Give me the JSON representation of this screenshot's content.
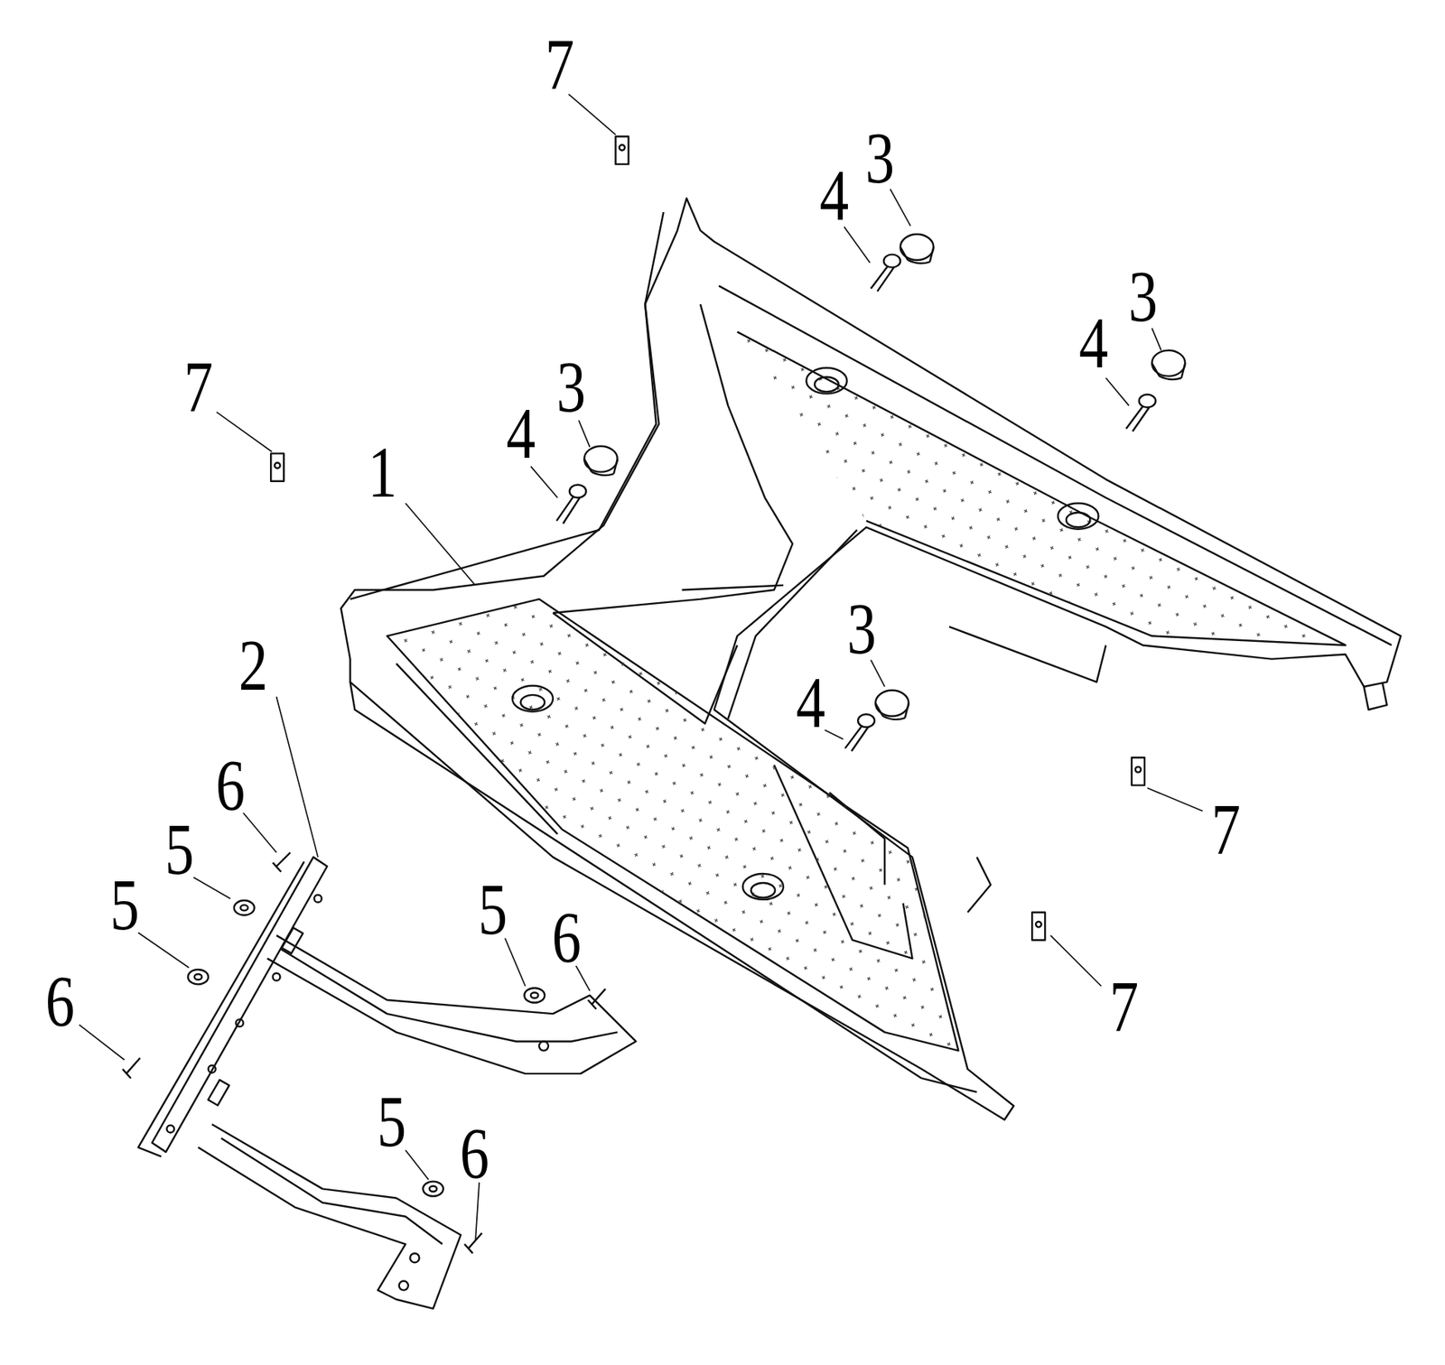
{
  "diagram": {
    "labels": [
      "7",
      "3",
      "4",
      "3",
      "4",
      "3",
      "7",
      "4",
      "1",
      "3",
      "2",
      "4",
      "6",
      "7",
      "5",
      "5",
      "5",
      "6",
      "6",
      "7",
      "5",
      "6"
    ]
  }
}
